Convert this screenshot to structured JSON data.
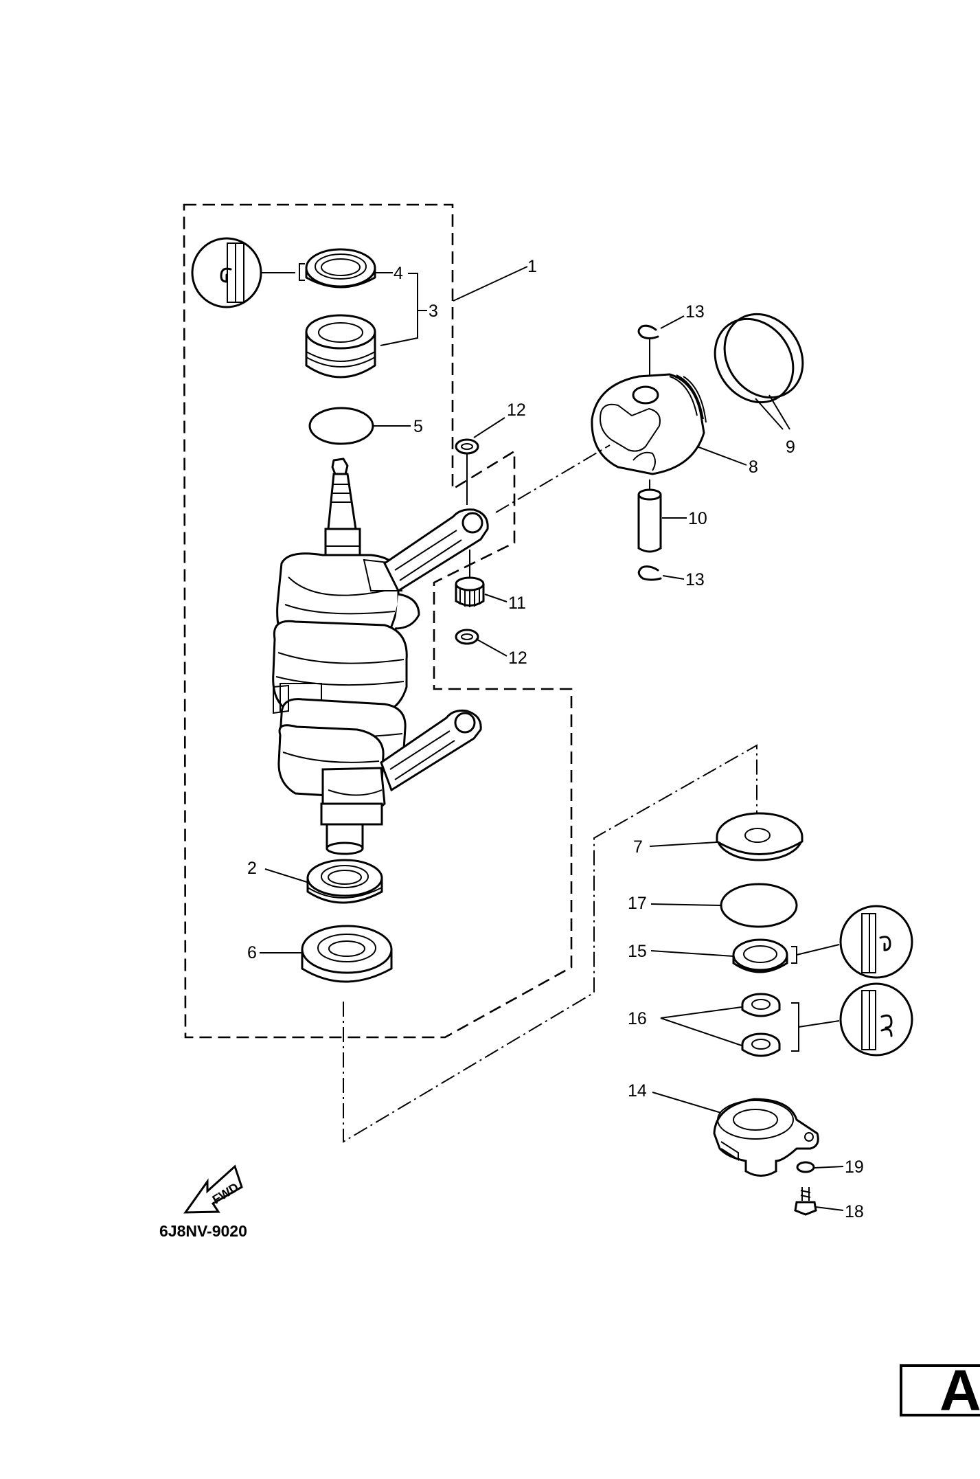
{
  "diagram": {
    "callouts": {
      "c1": "1",
      "c2": "2",
      "c3": "3",
      "c4": "4",
      "c5": "5",
      "c6": "6",
      "c7": "7",
      "c8": "8",
      "c9": "9",
      "c10": "10",
      "c11": "11",
      "c12a": "12",
      "c12b": "12",
      "c13a": "13",
      "c13b": "13",
      "c14": "14",
      "c15": "15",
      "c16": "16",
      "c17": "17",
      "c18": "18",
      "c19": "19"
    },
    "direction_label": "FWD",
    "drawing_code": "6J8NV-9020",
    "section_letter": "A",
    "icons": {
      "seal_icon": "lip-seal-detail-icon",
      "double_seal_icon": "double-lip-seal-detail-icon",
      "fwd_arrow": "forward-arrow-icon"
    }
  }
}
